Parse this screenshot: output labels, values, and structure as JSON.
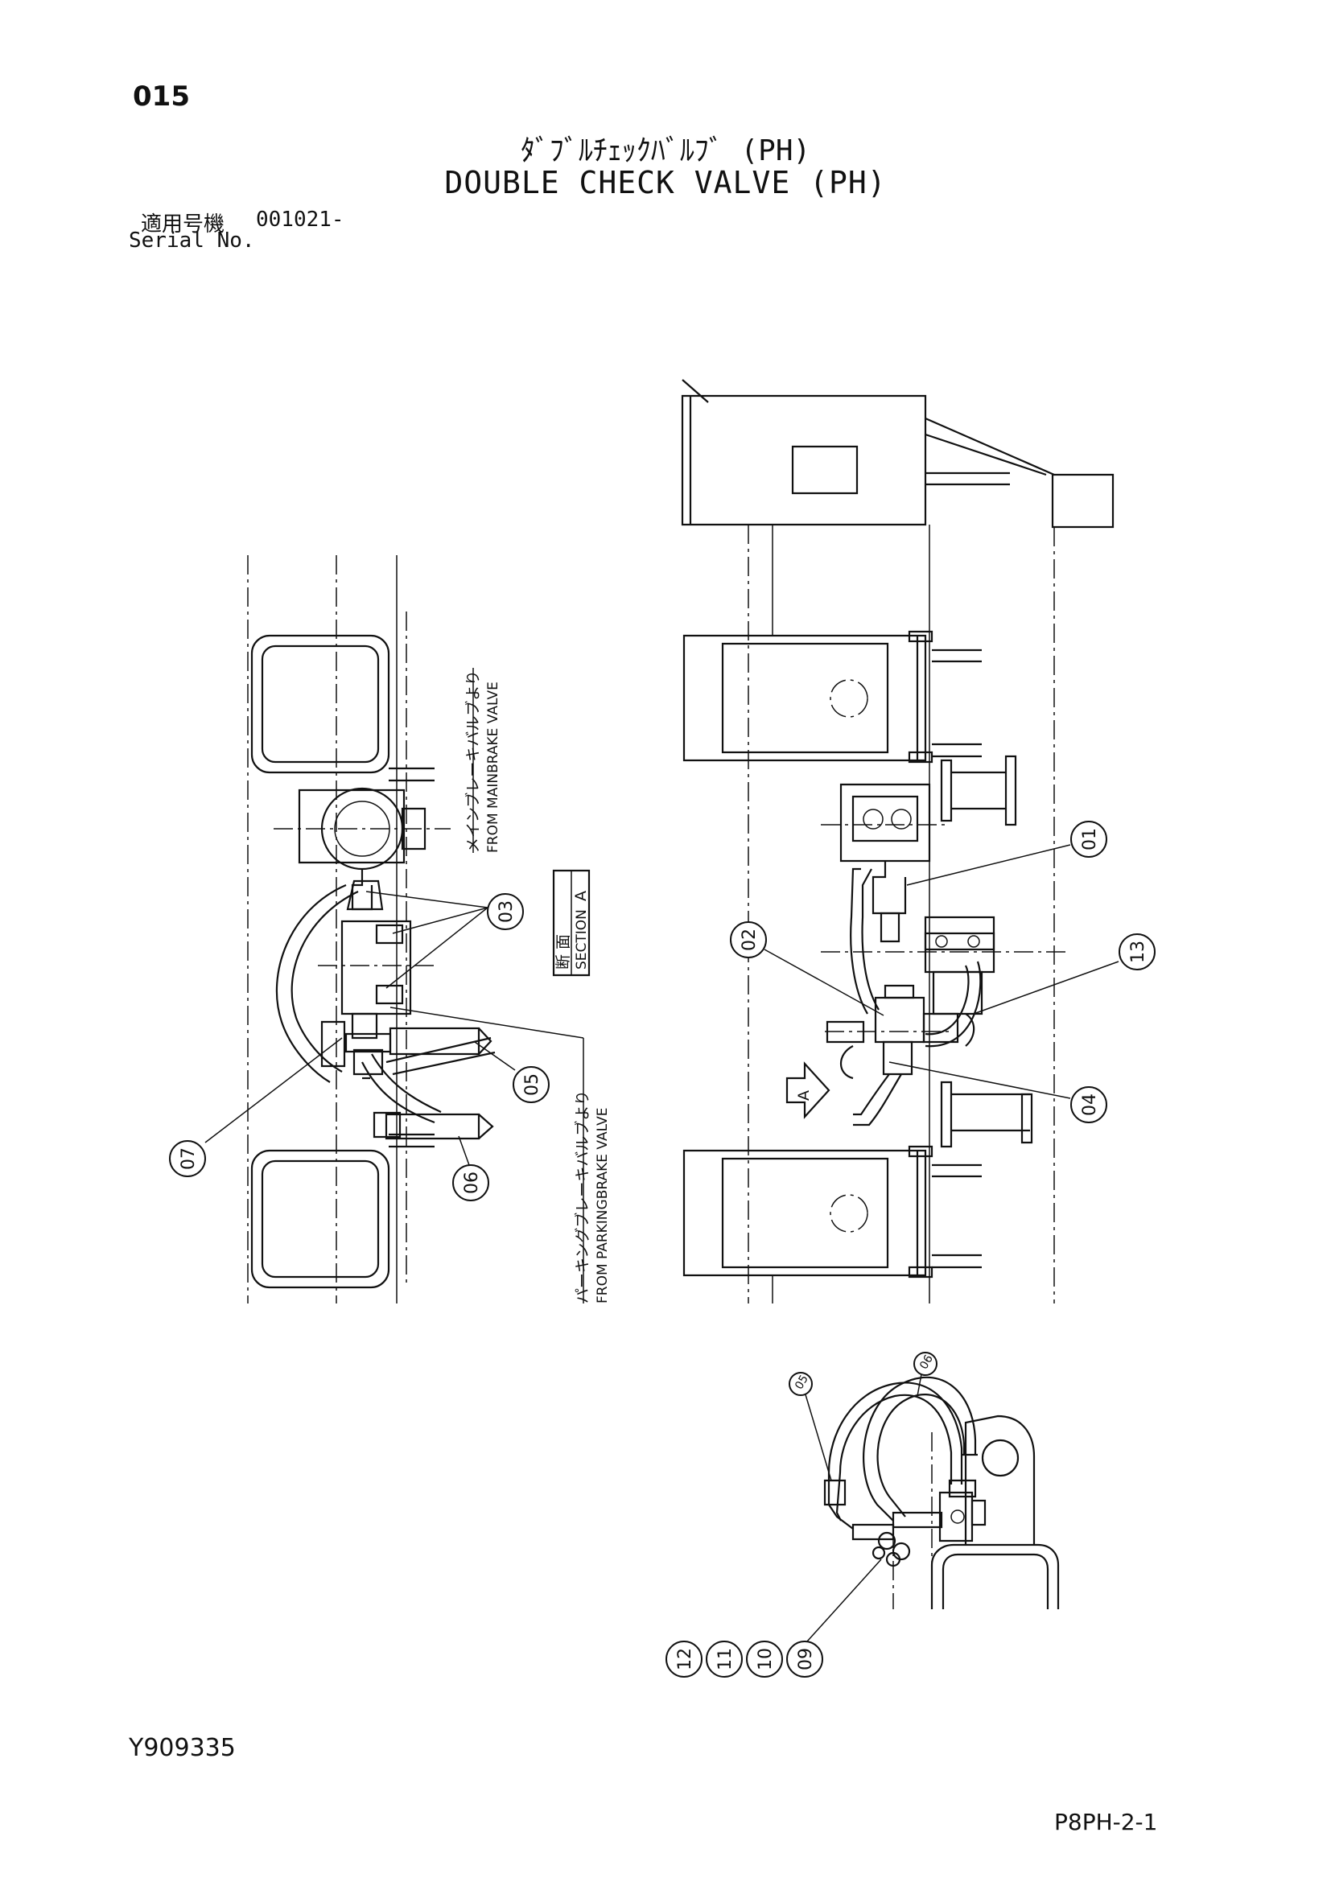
{
  "page_number": "015",
  "title_jp": "ﾀﾞﾌﾞﾙﾁｪｯｸﾊﾞﾙﾌﾞ (PH)",
  "title_en": "DOUBLE CHECK VALVE (PH)",
  "serial": {
    "label_jp": "適用号機",
    "label_en": "Serial No.",
    "value": "001021-"
  },
  "section_label": {
    "jp": "断 面",
    "letter": "A",
    "en": "SECTION"
  },
  "view_arrow_letter": "A",
  "notes": {
    "main_brake_jp": "メインブレーキバルブより",
    "main_brake_en": "FROM MAINBRAKE VALVE",
    "parking_brake_jp": "パーキングブレーキバルブより",
    "parking_brake_en": "FROM PARKINGBRAKE VALVE"
  },
  "callouts": {
    "c01": "01",
    "c02": "02",
    "c03": "03",
    "c04": "04",
    "c05": "05",
    "c06": "06",
    "c07": "07",
    "c09": "09",
    "c10": "10",
    "c11": "11",
    "c12": "12",
    "c13": "13"
  },
  "doc_code": "Y909335",
  "sheet_ref": "P8PH-2-1",
  "colors": {
    "ink": "#111111",
    "paper": "#ffffff"
  }
}
